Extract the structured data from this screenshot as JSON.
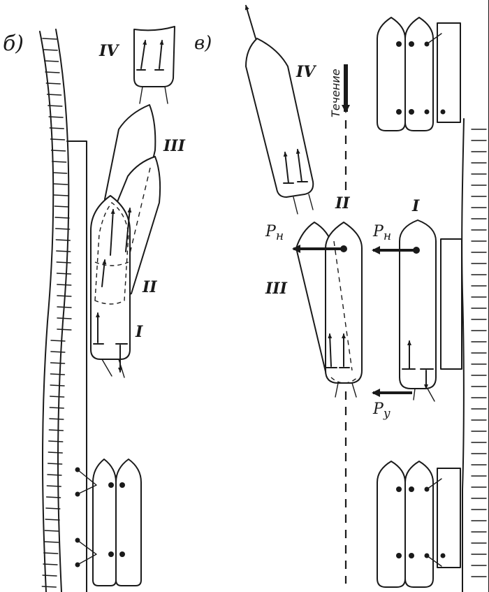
{
  "panels": {
    "b": {
      "label": "б)"
    },
    "v": {
      "label": "в)"
    }
  },
  "positions": {
    "b": {
      "I": "I",
      "II": "II",
      "III": "III",
      "IV": "IV"
    },
    "v": {
      "I": "I",
      "II": "II",
      "III": "III",
      "IV": "IV"
    }
  },
  "current": {
    "label": "Течение"
  },
  "forces": {
    "p_n": "Р",
    "p_n_sub": "н",
    "p_n2": "Р",
    "p_n2_sub": "н",
    "p_u": "Р",
    "p_u_sub": "у"
  }
}
